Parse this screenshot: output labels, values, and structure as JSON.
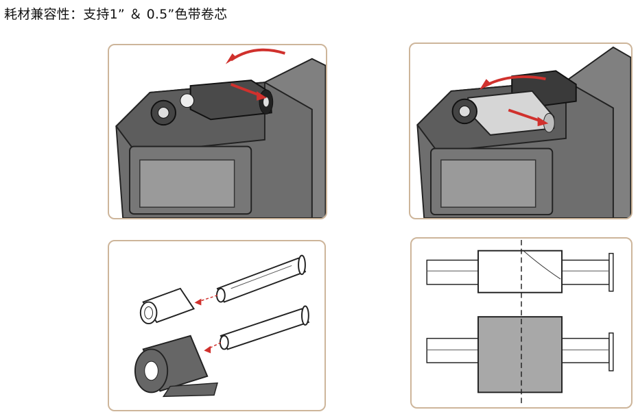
{
  "caption": "耗材兼容性：支持1” ＆ 0.5”色带卷芯",
  "colors": {
    "panel_border": "#cdb59a",
    "printer_body": "#6e6e6e",
    "printer_dark": "#3c3c3c",
    "ribbon_dark": "#555555",
    "arrow": "#d0312d",
    "core_gray": "#a8a8a8"
  },
  "panels": [
    {
      "name": "install-ribbon-dark"
    },
    {
      "name": "install-ribbon-light"
    },
    {
      "name": "core-loading-diagram"
    },
    {
      "name": "core-size-comparison"
    }
  ]
}
